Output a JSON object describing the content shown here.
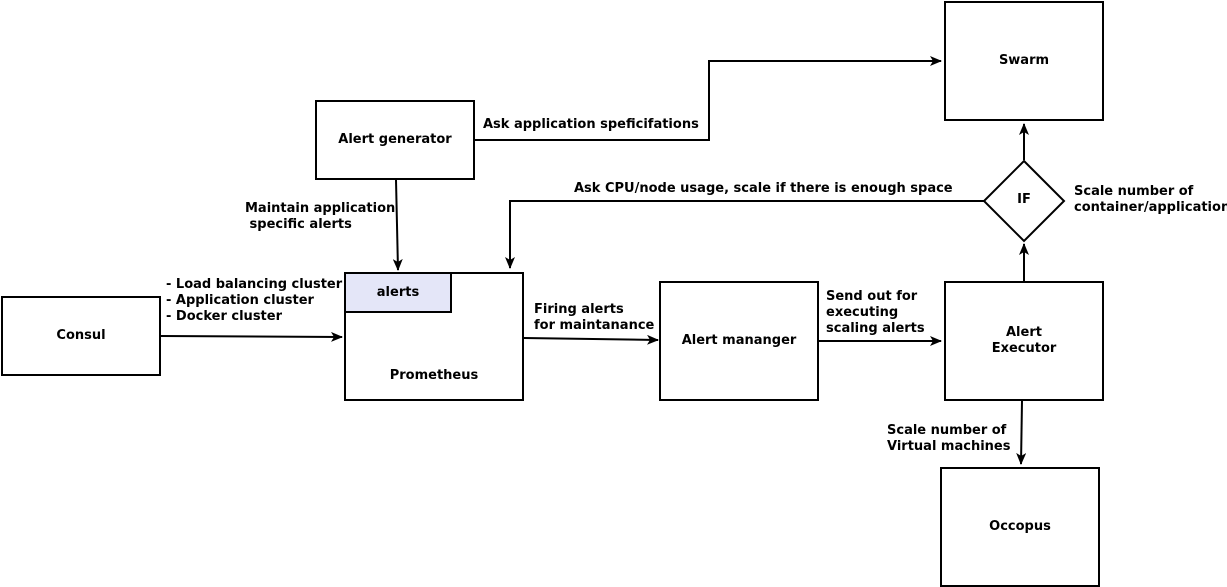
{
  "nodes": {
    "swarm": "Swarm",
    "alert_generator": "Alert generator",
    "consul": "Consul",
    "prometheus": "Prometheus",
    "alerts": "alerts",
    "alert_manager": "Alert mananger",
    "alert_executor": "Alert\nExecutor",
    "occopus": "Occopus",
    "decision": "IF"
  },
  "edge_labels": {
    "ask_app_specs": "Ask application speficifations",
    "ask_cpu": "Ask CPU/node usage, scale if there is enough space",
    "maintain_alerts": "Maintain application\n specific alerts",
    "consul_clusters": "- Load balancing cluster\n- Application cluster\n- Docker cluster",
    "firing_alerts": "Firing alerts\nfor maintanance",
    "send_out": "Send out for\nexecuting\nscaling alerts",
    "scale_containers": "Scale number of\ncontainer/application",
    "scale_vms": "Scale number of\nVirtual machines"
  },
  "colors": {
    "alerts_fill": "#e4e6f8",
    "stroke": "#000000",
    "background": "#ffffff"
  }
}
